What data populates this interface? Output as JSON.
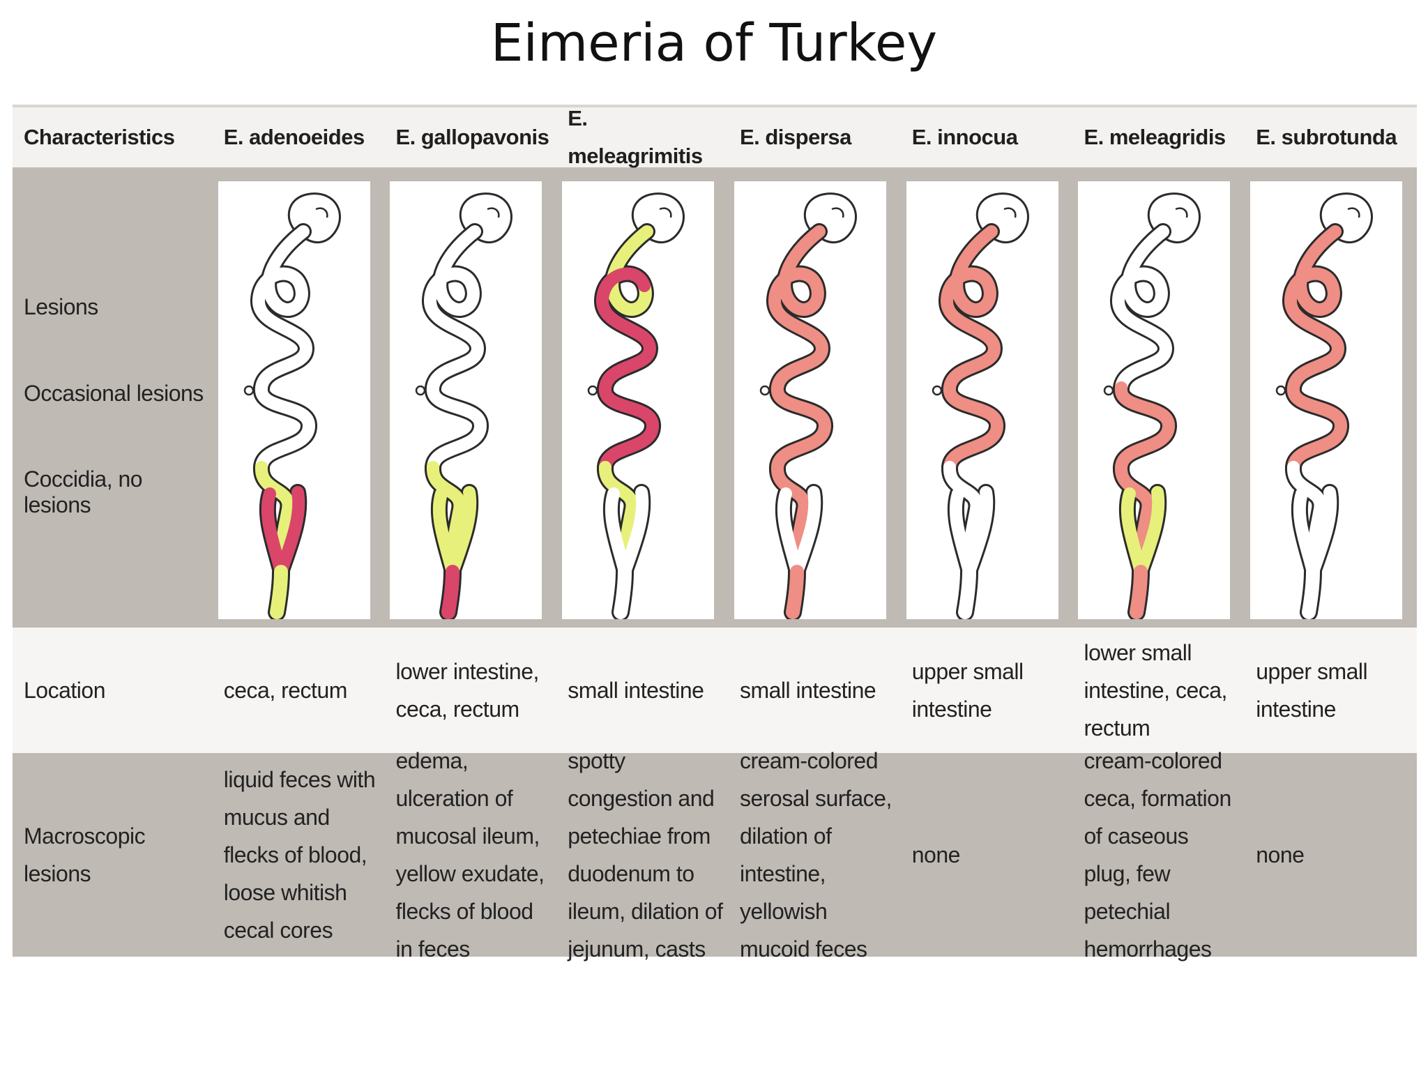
{
  "title": "Eimeria of Turkey",
  "header": {
    "characteristics": "Characteristics",
    "species": [
      "E. adenoeides",
      "E. gallopavonis",
      "E. meleagrimitis",
      "E. dispersa",
      "E. innocua",
      "E. meleagridis",
      "E. subrotunda"
    ]
  },
  "legend": {
    "lesions": "Lesions",
    "occasional": "Occasional lesions",
    "coccidia": "Coccidia, no lesions"
  },
  "colors": {
    "lesions": "#d9466a",
    "occasional": "#e7f07a",
    "coccidia": "#ee8e84",
    "outline": "#2b2b2b"
  },
  "location": {
    "label": "Location",
    "values": [
      "ceca, rectum",
      "lower intestine, ceca, rectum",
      "small intestine",
      "small intestine",
      "upper small intestine",
      "lower small intestine, ceca, rectum",
      "upper small intestine"
    ]
  },
  "macroscopic": {
    "label": "Macroscopic lesions",
    "values": [
      "liquid feces with mucus and flecks of blood, loose whitish cecal cores",
      "edema, ulceration of mucosal ileum, yellow exudate, flecks of blood in feces",
      "spotty congestion and petechiae from duodenum to ileum, dilation of jejunum, casts",
      "cream-colored serosal surface, dilation of intestine, yellowish mucoid feces",
      "none",
      "cream-colored ceca, formation of caseous plug, few petechial hemorrhages",
      "none"
    ]
  },
  "diagrams": [
    {
      "duo": "none",
      "jej1": "none",
      "jej2": "none",
      "ile": "occasional",
      "ceca": "lesions",
      "rectum": "occasional"
    },
    {
      "duo": "none",
      "jej1": "none",
      "jej2": "none",
      "ile": "occasional",
      "ceca": "occasional",
      "rectum": "lesions"
    },
    {
      "duo": "occasional",
      "jej1": "lesions",
      "jej2": "lesions",
      "ile": "occasional",
      "ceca": "none",
      "rectum": "none"
    },
    {
      "duo": "coccidia",
      "jej1": "coccidia",
      "jej2": "coccidia",
      "ile": "coccidia",
      "ceca": "none",
      "rectum": "coccidia"
    },
    {
      "duo": "coccidia",
      "jej1": "coccidia",
      "jej2": "coccidia",
      "ile": "none",
      "ceca": "none",
      "rectum": "none"
    },
    {
      "duo": "none",
      "jej1": "none",
      "jej2": "coccidia",
      "ile": "coccidia",
      "ceca": "occasional",
      "rectum": "coccidia"
    },
    {
      "duo": "coccidia",
      "jej1": "coccidia",
      "jej2": "coccidia",
      "ile": "none",
      "ceca": "none",
      "rectum": "none"
    }
  ]
}
